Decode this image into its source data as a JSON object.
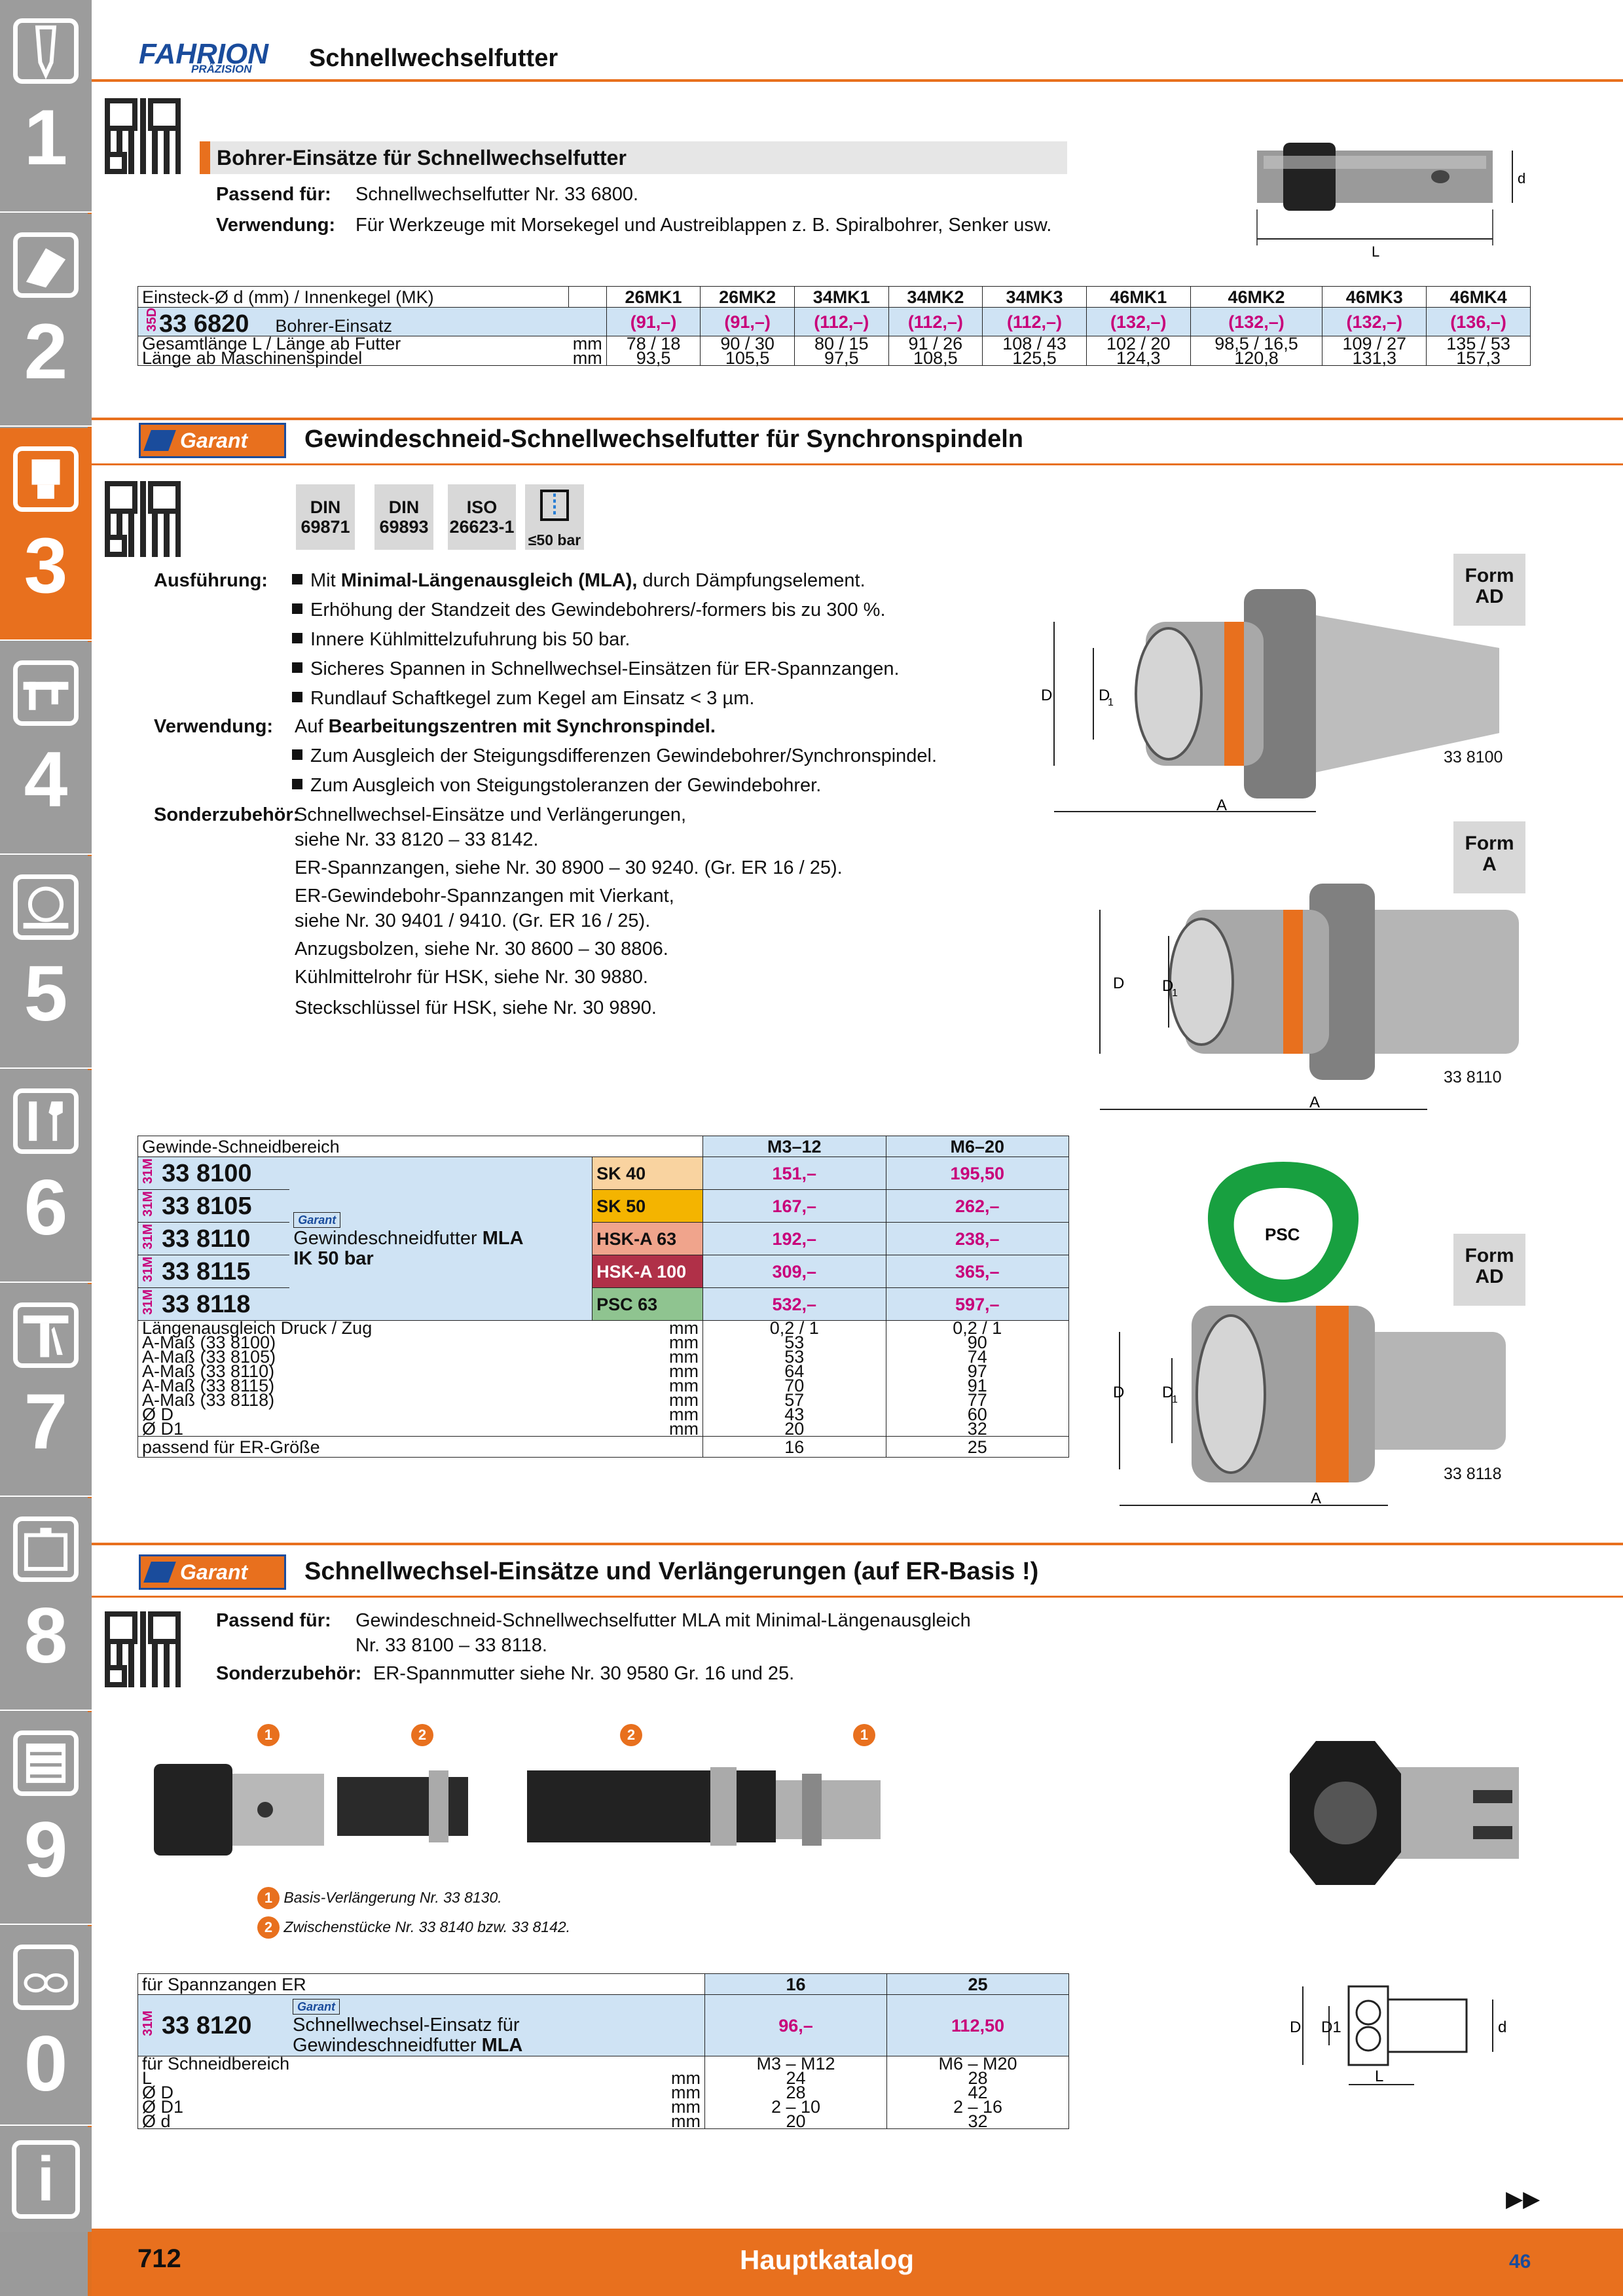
{
  "sidebar": {
    "tabs": [
      "1",
      "2",
      "3",
      "4",
      "5",
      "6",
      "7",
      "8",
      "9",
      "0"
    ],
    "active": "3",
    "info": "i"
  },
  "header": {
    "brand": "FAHRION",
    "brand_sub": "PRÄZISION",
    "title": "Schnellwechselfutter"
  },
  "s1": {
    "bar_title": "Bohrer-Einsätze für Schnellwechselfutter",
    "passend_label": "Passend für:",
    "passend_text": "Schnellwechselfutter Nr. 33 6800.",
    "verwendung_label": "Verwendung:",
    "verwendung_text": "Für Werkzeuge mit Morsekegel und Austreiblappen z. B. Spiralbohrer, Senker usw.",
    "dim_d": "d",
    "dim_L": "L",
    "table": {
      "header_label": "Einsteck-Ø d (mm) / Innenkegel (MK)",
      "cols": [
        "26MK1",
        "26MK2",
        "34MK1",
        "34MK2",
        "34MK3",
        "46MK1",
        "46MK2",
        "46MK3",
        "46MK4"
      ],
      "code": "35D",
      "art": "33 6820",
      "art_desc": "Bohrer-Einsatz",
      "prices": [
        "(91,–)",
        "(91,–)",
        "(112,–)",
        "(112,–)",
        "(112,–)",
        "(132,–)",
        "(132,–)",
        "(132,–)",
        "(136,–)"
      ],
      "rows": [
        {
          "label": "Gesamtlänge L / Länge ab Futter",
          "unit": "mm",
          "values": [
            "78 / 18",
            "90 / 30",
            "80 / 15",
            "91 / 26",
            "108 / 43",
            "102 / 20",
            "98,5 / 16,5",
            "109 / 27",
            "135 / 53"
          ]
        },
        {
          "label": "Länge ab Maschinenspindel",
          "unit": "mm",
          "values": [
            "93,5",
            "105,5",
            "97,5",
            "108,5",
            "125,5",
            "124,3",
            "120,8",
            "131,3",
            "157,3"
          ]
        }
      ]
    }
  },
  "s2": {
    "logo": "Garant",
    "title": "Gewindeschneid-Schnellwechselfutter für Synchronspindeln",
    "certs": [
      {
        "a": "DIN",
        "b": "69871"
      },
      {
        "a": "DIN",
        "b": "69893"
      },
      {
        "a": "ISO",
        "b": "26623-1"
      }
    ],
    "coolant": "≤50 bar",
    "ausf_label": "Ausführung:",
    "ausf_first_pre": "Mit ",
    "ausf_first_bold": "Minimal-Längenausgleich (MLA),",
    "ausf_first_post": " durch Dämpfungselement.",
    "ausf_items": [
      "Erhöhung der Standzeit des Gewindebohrers/-formers bis zu 300 %.",
      "Innere Kühlmittelzufuhrung bis 50 bar.",
      "Sicheres Spannen in Schnellwechsel-Einsätzen für ER-Spannzangen.",
      "Rundlauf Schaftkegel zum Kegel am Einsatz < 3 µm."
    ],
    "verw_label": "Verwendung:",
    "verw_pre": "Auf ",
    "verw_bold": "Bearbeitungszentren mit Synchronspindel.",
    "verw_items": [
      "Zum Ausgleich der Steigungsdifferenzen Gewindebohrer/Synchronspindel.",
      "Zum Ausgleich von Steigungstoleranzen der Gewindebohrer."
    ],
    "sonder_label": "Sonderzubehör:",
    "sonder_lines": [
      "Schnellwechsel-Einsätze und Verlängerungen,",
      "siehe Nr. 33 8120 – 33 8142.",
      "ER-Spannzangen, siehe Nr. 30 8900 – 30 9240. (Gr. ER 16 / 25).",
      "ER-Gewindebohr-Spannzangen mit Vierkant,",
      "siehe Nr. 30 9401 / 9410. (Gr. ER 16 / 25).",
      "Anzugsbolzen, siehe Nr. 30 8600 – 30 8806.",
      "Kühlmittelrohr für HSK, siehe Nr. 30 9880.",
      "Steckschlüssel für HSK, siehe Nr. 30 9890."
    ],
    "forms": [
      {
        "line1": "Form",
        "line2": "AD"
      },
      {
        "line1": "Form",
        "line2": "A"
      },
      {
        "line1": "Form",
        "line2": "AD"
      }
    ],
    "product_labels": [
      "33 8100",
      "33 8110",
      "33 8118"
    ],
    "dim_D": "D",
    "dim_D1": "D",
    "dim_D1_sub": "1",
    "dim_A": "A",
    "psc": "PSC",
    "table": {
      "header_label": "Gewinde-Schneidbereich",
      "cols": [
        "M3–12",
        "M6–20"
      ],
      "code": "31M",
      "desc_pre": "Gewindeschneidfutter ",
      "desc_bold": "MLA",
      "desc2": "IK 50 bar",
      "logo": "Garant",
      "items": [
        {
          "art": "33 8100",
          "type": "SK 40",
          "p1": "151,–",
          "p2": "195,50"
        },
        {
          "art": "33 8105",
          "type": "SK 50",
          "p1": "167,–",
          "p2": "262,–"
        },
        {
          "art": "33 8110",
          "type": "HSK-A 63",
          "p1": "192,–",
          "p2": "238,–"
        },
        {
          "art": "33 8115",
          "type": "HSK-A 100",
          "p1": "309,–",
          "p2": "365,–"
        },
        {
          "art": "33 8118",
          "type": "PSC 63",
          "p1": "532,–",
          "p2": "597,–"
        }
      ],
      "rows": [
        {
          "label": "Längenausgleich Druck / Zug",
          "unit": "mm",
          "v": [
            "0,2 / 1",
            "0,2 / 1"
          ]
        },
        {
          "label": "A-Maß (33 8100)",
          "unit": "mm",
          "v": [
            "53",
            "90"
          ]
        },
        {
          "label": "A-Maß (33 8105)",
          "unit": "mm",
          "v": [
            "53",
            "74"
          ]
        },
        {
          "label": "A-Maß (33 8110)",
          "unit": "mm",
          "v": [
            "64",
            "97"
          ]
        },
        {
          "label": "A-Maß (33 8115)",
          "unit": "mm",
          "v": [
            "70",
            "91"
          ]
        },
        {
          "label": "A-Maß (33 8118)",
          "unit": "mm",
          "v": [
            "57",
            "77"
          ]
        },
        {
          "label": "Ø D",
          "unit": "mm",
          "v": [
            "43",
            "60"
          ]
        },
        {
          "label": "Ø D1",
          "unit": "mm",
          "v": [
            "20",
            "32"
          ]
        }
      ],
      "last": {
        "label": "passend für ER-Größe",
        "v": [
          "16",
          "25"
        ]
      }
    }
  },
  "s3": {
    "logo": "Garant",
    "title": "Schnellwechsel-Einsätze und Verlängerungen (auf ER-Basis !)",
    "passend_label": "Passend für:",
    "passend_l1": "Gewindeschneid-Schnellwechselfutter MLA mit Minimal-Längenausgleich",
    "passend_l2": "Nr. 33 8100 – 33 8118.",
    "sonder_label": "Sonderzubehör:",
    "sonder_text": "ER-Spannmutter siehe Nr. 30 9580 Gr. 16 und 25.",
    "markers": [
      "1",
      "2",
      "2",
      "1"
    ],
    "legend": [
      {
        "n": "1",
        "t": "Basis-Verlängerung Nr. 33 8130."
      },
      {
        "n": "2",
        "t": "Zwischenstücke Nr. 33 8140 bzw. 33 8142."
      }
    ],
    "dim_D": "D",
    "dim_D1": "D1",
    "dim_d": "d",
    "dim_L": "L",
    "table": {
      "header_label": "für Spannzangen ER",
      "cols": [
        "16",
        "25"
      ],
      "code": "31M",
      "art": "33 8120",
      "logo": "Garant",
      "desc1": "Schnellwechsel-Einsatz für",
      "desc2_pre": "Gewindeschneidfutter ",
      "desc2_bold": "MLA",
      "prices": [
        "96,–",
        "112,50"
      ],
      "rows": [
        {
          "label": "für Schneidbereich",
          "unit": "",
          "v": [
            "M3 – M12",
            "M6 – M20"
          ]
        },
        {
          "label": "L",
          "unit": "mm",
          "v": [
            "24",
            "28"
          ]
        },
        {
          "label": "Ø D",
          "unit": "mm",
          "v": [
            "28",
            "42"
          ]
        },
        {
          "label": "Ø D1",
          "unit": "mm",
          "v": [
            "2 – 10",
            "2 – 16"
          ]
        },
        {
          "label": "Ø d",
          "unit": "mm",
          "v": [
            "20",
            "32"
          ]
        }
      ]
    }
  },
  "footer": {
    "page": "712",
    "title": "Hauptkatalog",
    "num": "46",
    "next": "▶▶"
  },
  "colors": {
    "accent": "#e8701e",
    "price": "#c8007a",
    "blue_cell": "#cfe3f4"
  }
}
